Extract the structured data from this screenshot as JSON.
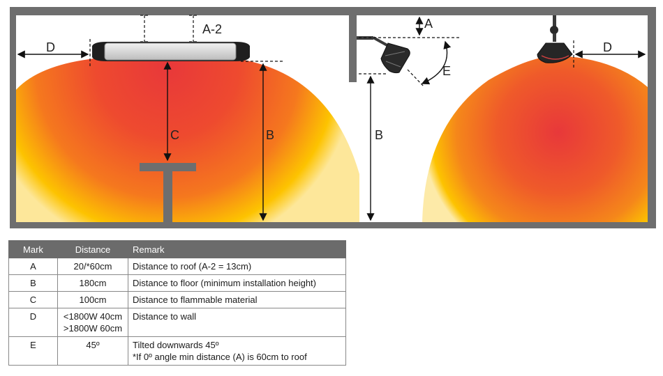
{
  "diagram_labels": {
    "a2": "A-2",
    "d_left": "D",
    "c": "C",
    "b_left": "B",
    "a": "A",
    "e": "E",
    "b_mid": "B",
    "d_right": "D"
  },
  "colors": {
    "wall": "#6e6e6e",
    "heat_center": "#e8383a",
    "heat_mid": "#f5781e",
    "heat_edge": "#fdc300"
  },
  "table": {
    "headers": [
      "Mark",
      "Distance",
      "Remark"
    ],
    "rows": [
      {
        "mark": "A",
        "distance": [
          "20/*60cm"
        ],
        "remark": [
          "Distance to roof (A-2 =  13cm)"
        ]
      },
      {
        "mark": "B",
        "distance": [
          "180cm"
        ],
        "remark": [
          "Distance to floor (minimum installation height)"
        ]
      },
      {
        "mark": "C",
        "distance": [
          "100cm"
        ],
        "remark": [
          "Distance to flammable material"
        ]
      },
      {
        "mark": "D",
        "distance": [
          "<1800W 40cm",
          ">1800W 60cm"
        ],
        "remark": [
          "Distance to wall"
        ]
      },
      {
        "mark": "E",
        "distance": [
          "45º"
        ],
        "remark": [
          "Tilted downwards 45º",
          "*If 0º angle min distance (A) is 60cm to roof"
        ]
      }
    ]
  }
}
